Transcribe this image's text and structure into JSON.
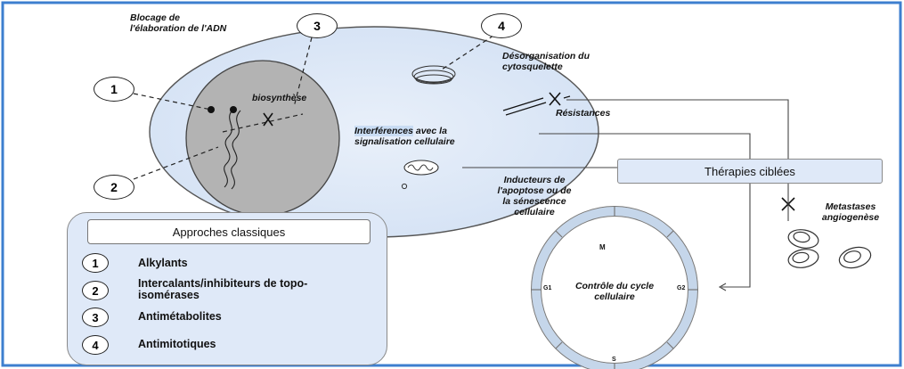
{
  "labels": {
    "adn": [
      "Blocage de",
      "l'élaboration de l'ADN"
    ],
    "cytosquelette": [
      "Désorganisation du",
      "cytosquelette"
    ],
    "biosynthese": "biosynthèse",
    "resistances": "Résistances",
    "interferences_hl": "Interférences",
    "interferences_rest": " avec la",
    "signalisation": "signalisation cellulaire",
    "apoptose": [
      "Inducteurs de",
      "l'apoptose ou de",
      "la sénescence",
      "cellulaire"
    ],
    "metastases": [
      "Metastases",
      "angiogenèse"
    ],
    "controle": [
      "Contrôle du cycle",
      "cellulaire"
    ]
  },
  "callouts": [
    "1",
    "2",
    "3",
    "4"
  ],
  "cycle_phases": {
    "m": "M",
    "g1": "G1",
    "g2": "G2",
    "s": "S"
  },
  "therapies": {
    "title": "Thérapies ciblées"
  },
  "legend": {
    "title": "Approches classiques",
    "items": [
      {
        "num": "1",
        "label": "Alkylants"
      },
      {
        "num": "2",
        "label": "Intercalants/inhibiteurs de topo-isomérases"
      },
      {
        "num": "3",
        "label": "Antimétabolites"
      },
      {
        "num": "4",
        "label": "Antimitotiques"
      }
    ]
  },
  "colors": {
    "frame": "#3d7fcf",
    "cell_fill": "#dfe9f8",
    "nucleus_fill": "#b3b3b3",
    "ring": "#c5d6ea"
  }
}
